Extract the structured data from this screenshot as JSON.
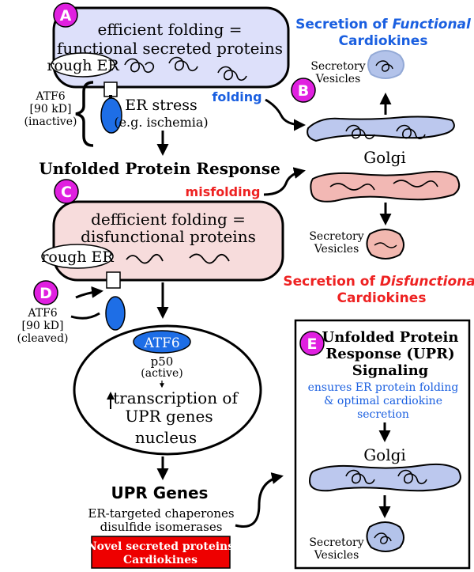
{
  "panel_a": {
    "badge": "A",
    "line1": "efficient folding =",
    "line2": "functional secreted proteins",
    "rough_er": "rough ER"
  },
  "atf6_inactive": {
    "line1": "ATF6",
    "line2": "[90 kD]",
    "line3": "(inactive)"
  },
  "er_stress": {
    "line1": "ER stress",
    "line2": "(e.g. ischemia)"
  },
  "folding_label": "folding",
  "misfolding_label": "misfolding",
  "upr_title": "Unfolded Protein Response",
  "panel_b": {
    "badge": "B",
    "title_part1": "Secretion of ",
    "title_italic": "Functional",
    "title_line2": "Cardiokines",
    "vesicles_top_line1": "Secretory",
    "vesicles_top_line2": "Vesicles",
    "golgi": "Golgi",
    "vesicles_bottom_line1": "Secretory",
    "vesicles_bottom_line2": "Vesicles",
    "dis_title_part1": "Secretion of ",
    "dis_title_italic": "Disfunctional",
    "dis_title_line2": "Cardiokines"
  },
  "panel_c": {
    "badge": "C",
    "line1": "defficient folding =",
    "line2": "disfunctional proteins",
    "rough_er": "rough ER"
  },
  "panel_d": {
    "badge": "D",
    "atf6_line1": "ATF6",
    "atf6_line2": "[90 kD]",
    "atf6_line3": "(cleaved)"
  },
  "nucleus": {
    "atf6_badge": "ATF6",
    "p50_line1": "p50",
    "p50_line2": "(active)",
    "transcription_line1": "transcription of",
    "transcription_line2": "UPR genes",
    "label": "nucleus"
  },
  "upr_genes": {
    "title": "UPR Genes",
    "line1": "ER-targeted chaperones",
    "line2": "disulfide isomerases",
    "box_line1": "Novel secreted proteins",
    "box_line2": "Cardiokines"
  },
  "panel_e": {
    "badge": "E",
    "title_line1": "Unfolded Protein",
    "title_line2": "Response (UPR)",
    "title_line3": "Signaling",
    "desc_line1": "ensures ER protein folding",
    "desc_line2": "& optimal cardiokine",
    "desc_line3": "secretion",
    "golgi": "Golgi",
    "vesicles_line1": "Secretory",
    "vesicles_line2": "Vesicles"
  },
  "colors": {
    "badge": "#e020e0",
    "er_functional": "#dde0fa",
    "er_dysfunctional": "#f7dcdc",
    "golgi_blue": "#bcc8ee",
    "golgi_pink": "#f2b8b4",
    "vesicle_blue": "#b3c3ea",
    "vesicle_pink": "#f2b8b0",
    "atf6_blue": "#1e6ee6",
    "blue_text": "#1a5fe0",
    "red_text": "#ee2222",
    "red_box": "#ee0000"
  }
}
